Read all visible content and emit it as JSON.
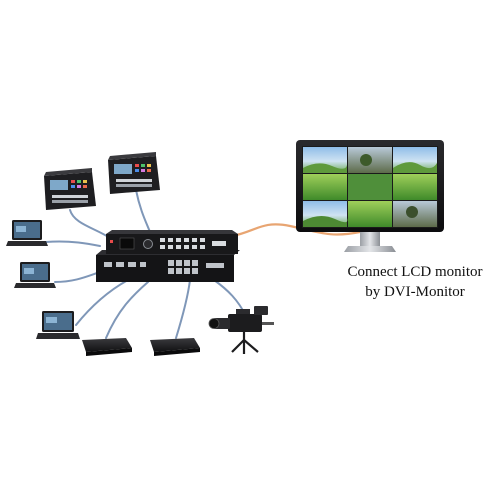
{
  "caption": {
    "line1": "Connect LCD monitor",
    "line2": "by DVI-Monitor"
  },
  "colors": {
    "background": "#ffffff",
    "device_body": "#1c1c1e",
    "cable_signal": "#7f97b8",
    "cable_monitor": "#e8a572"
  },
  "monitor_screen": {
    "layout": "3x3 video wall preview grid"
  },
  "devices": {
    "center": "video-processor",
    "sources": [
      "control-panel",
      "control-panel",
      "laptop",
      "laptop",
      "laptop",
      "set-top-box",
      "set-top-box",
      "video-camera"
    ],
    "display": "lcd-monitor"
  }
}
